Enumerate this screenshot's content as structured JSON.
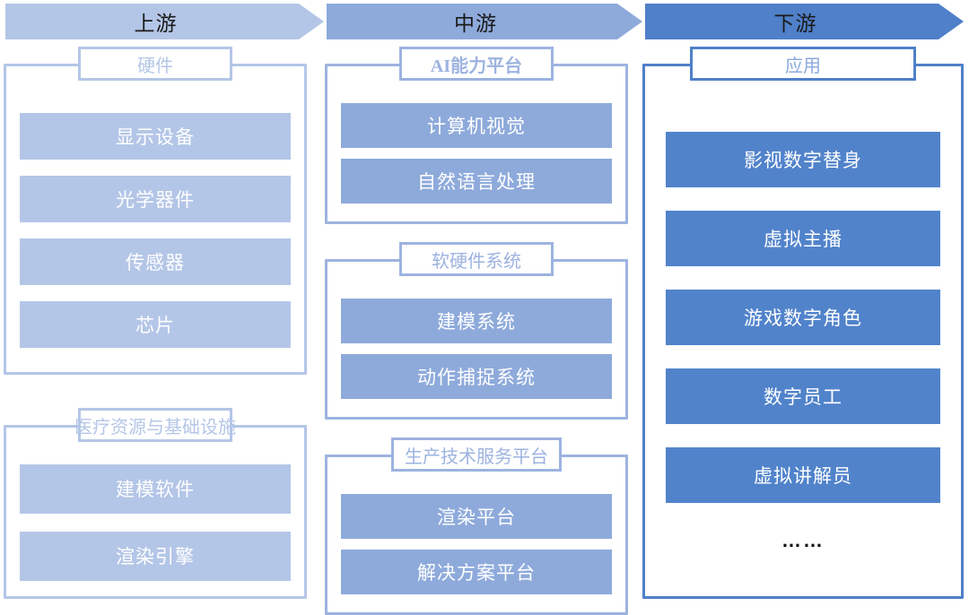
{
  "banners": [
    {
      "label": "上游",
      "color": "#b4c6e7"
    },
    {
      "label": "中游",
      "color": "#8eaadb"
    },
    {
      "label": "下游",
      "color": "#4f80c9"
    }
  ],
  "columns": [
    {
      "stage": "上游",
      "accent": "#b4c6e7",
      "groups": [
        {
          "title": "硬件",
          "bold": false,
          "items": [
            "显示设备",
            "光学器件",
            "传感器",
            "芯片"
          ]
        },
        {
          "title": "医疗资源与基础设施",
          "bold": false,
          "items": [
            "建模软件",
            "渲染引擎"
          ]
        }
      ]
    },
    {
      "stage": "中游",
      "accent": "#8eaadb",
      "groups": [
        {
          "title": "AI能力平台",
          "bold": true,
          "items": [
            "计算机视觉",
            "自然语言处理"
          ]
        },
        {
          "title": "软硬件系统",
          "bold": false,
          "items": [
            "建模系统",
            "动作捕捉系统"
          ]
        },
        {
          "title": "生产技术服务平台",
          "bold": false,
          "items": [
            "渲染平台",
            "解决方案平台"
          ]
        }
      ]
    },
    {
      "stage": "下游",
      "accent": "#4f80c9",
      "groups": [
        {
          "title": "应用",
          "bold": false,
          "items": [
            "影视数字替身",
            "虚拟主播",
            "游戏数字角色",
            "数字员工",
            "虚拟讲解员"
          ],
          "ellipsis": "……"
        }
      ]
    }
  ]
}
